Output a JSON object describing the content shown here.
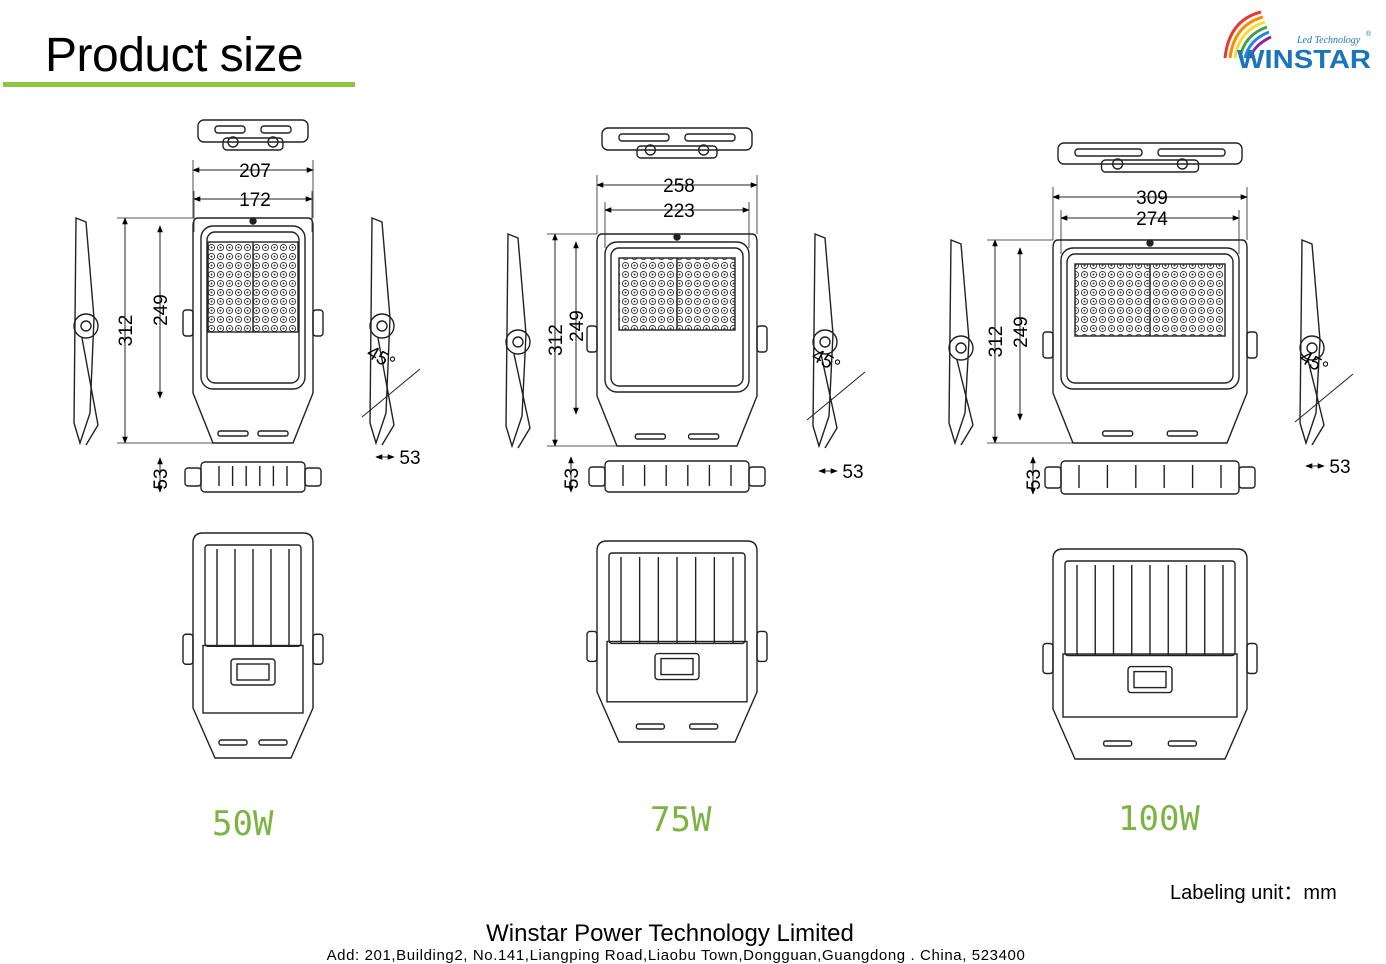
{
  "header": {
    "title": "Product size"
  },
  "logo": {
    "brand": "WINSTAR",
    "tagline": "Led Technology",
    "mark": "®"
  },
  "models": [
    {
      "label": "50W",
      "overall_width": "207",
      "panel_width": "172",
      "overall_height": "312",
      "panel_height": "249",
      "depth": "53",
      "side_depth": "53",
      "angle": "45°"
    },
    {
      "label": "75W",
      "overall_width": "258",
      "panel_width": "223",
      "overall_height": "312",
      "panel_height": "249",
      "depth": "53",
      "side_depth": "53",
      "angle": "45°"
    },
    {
      "label": "100W",
      "overall_width": "309",
      "panel_width": "274",
      "overall_height": "312",
      "panel_height": "249",
      "depth": "53",
      "side_depth": "53",
      "angle": "45°"
    }
  ],
  "footer": {
    "unit_note": "Labeling unit：mm",
    "company": "Winstar Power Technology Limited",
    "address": "Add:  201,Building2, No.141,Liangping Road,Liaobu Town,Dongguan,Guangdong . China, 523400"
  },
  "colors": {
    "accent_green": "#8cc63f",
    "wattage_green": "#7cb342",
    "logo_blue": "#1b75bb"
  }
}
